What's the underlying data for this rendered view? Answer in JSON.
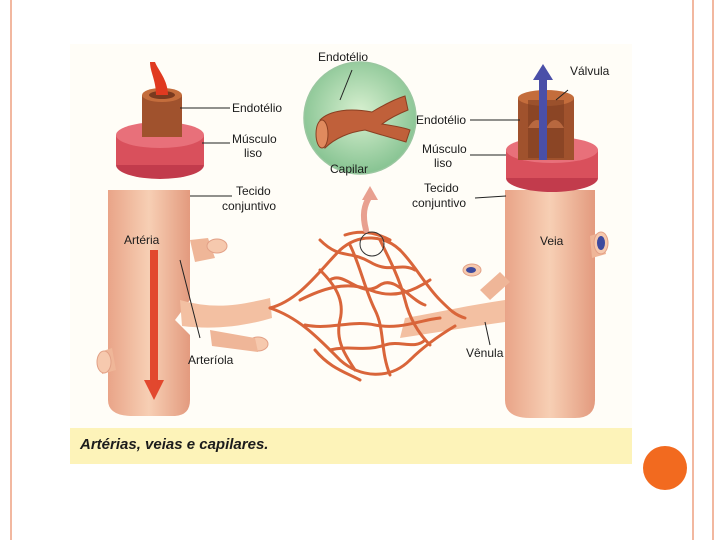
{
  "caption": "Artérias, veias e capilares.",
  "labels": {
    "artery_endothelium": "Endotélio",
    "artery_muscle_1": "Músculo",
    "artery_muscle_2": "liso",
    "artery_tissue_1": "Tecido",
    "artery_tissue_2": "conjuntivo",
    "artery": "Artéria",
    "arteriole": "Arteríola",
    "capillary_endothelium": "Endotélio",
    "capillary": "Capilar",
    "valve": "Válvula",
    "vein_endothelium": "Endotélio",
    "vein_muscle_1": "Músculo",
    "vein_muscle_2": "liso",
    "vein_tissue_1": "Tecido",
    "vein_tissue_2": "conjuntivo",
    "vein": "Veia",
    "venule": "Vênula"
  },
  "colors": {
    "vessel_wall": "#f1b99a",
    "muscle": "#d9505c",
    "endothelium": "#a0522d",
    "arterial_flow": "#e03a20",
    "venous_flow": "#4a4fa8",
    "capillary": "#d9653a",
    "accent": "#f26a1f"
  }
}
